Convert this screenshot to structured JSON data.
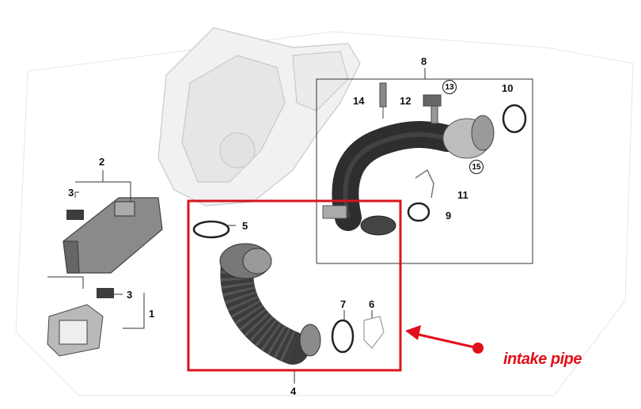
{
  "diagram": {
    "part_labels": {
      "p1": "1",
      "p2": "2",
      "p3a": "3",
      "p3b": "3",
      "p4": "4",
      "p5": "5",
      "p6": "6",
      "p7": "7",
      "p8": "8",
      "p9": "9",
      "p10": "10",
      "p11": "11",
      "p12": "12",
      "p13": "13",
      "p14": "14",
      "p15": "15"
    },
    "callout": {
      "text": "intake pipe",
      "color": "#e0101a"
    },
    "colors": {
      "highlight_box": "#d9141c",
      "outline": "#333333",
      "ghost_part": "#d8d8d8",
      "dark_part": "#3a3a3a"
    }
  }
}
